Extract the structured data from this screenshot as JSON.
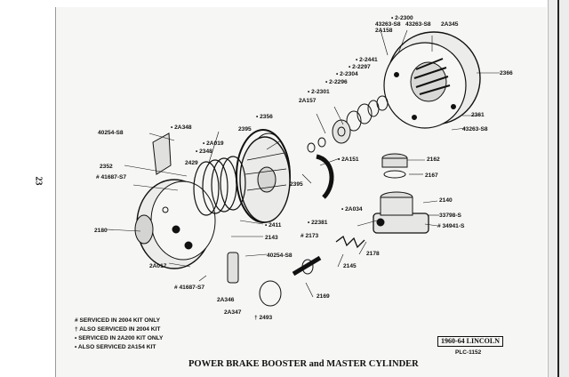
{
  "page_number": "23",
  "caption": "POWER BRAKE BOOSTER and MASTER CYLINDER",
  "model_box": "1960-64 LINCOLN",
  "plate_code": "PLC-1152",
  "legend": [
    "# SERVICED IN 2004 KIT ONLY",
    "† ALSO SERVICED IN 2004 KIT",
    "• SERVICED IN 2A200 KIT ONLY",
    "• ALSO SERVICED 2A154 KIT"
  ],
  "parts": [
    {
      "text": "• 2-2300"
    },
    {
      "text": "43263-S8"
    },
    {
      "text": "2A158"
    },
    {
      "text": "43263-S8"
    },
    {
      "text": "2A345"
    },
    {
      "text": "• 2-2441"
    },
    {
      "text": "• 2-2297"
    },
    {
      "text": "• 2-2304"
    },
    {
      "text": "• 2-2296"
    },
    {
      "text": "2366"
    },
    {
      "text": "• 2-2301"
    },
    {
      "text": "2A157"
    },
    {
      "text": "• 2356"
    },
    {
      "text": "2361"
    },
    {
      "text": "43263-S8"
    },
    {
      "text": "40254-S8"
    },
    {
      "text": "• 2A348"
    },
    {
      "text": "2395"
    },
    {
      "text": "• 2A019"
    },
    {
      "text": "• 2348"
    },
    {
      "text": "2429"
    },
    {
      "text": "2352"
    },
    {
      "text": "• 2A151"
    },
    {
      "text": "2162"
    },
    {
      "text": "2167"
    },
    {
      "text": "# 41687-S7"
    },
    {
      "text": "2395"
    },
    {
      "text": "2140"
    },
    {
      "text": "• 2A034"
    },
    {
      "text": "33798-S"
    },
    {
      "text": "• 22381"
    },
    {
      "text": "# 34941-S"
    },
    {
      "text": "2180"
    },
    {
      "text": "• 2411"
    },
    {
      "text": "2143"
    },
    {
      "text": "# 2173"
    },
    {
      "text": "2178"
    },
    {
      "text": "40254-S8"
    },
    {
      "text": "2145"
    },
    {
      "text": "2A017"
    },
    {
      "text": "# 41687-S7"
    },
    {
      "text": "2A346"
    },
    {
      "text": "2169"
    },
    {
      "text": "2A347"
    },
    {
      "text": "† 2493"
    }
  ]
}
